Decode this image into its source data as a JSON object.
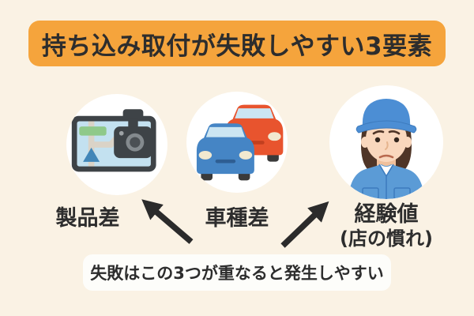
{
  "banner": {
    "title": "持ち込み取付が失敗しやすい3要素"
  },
  "factors": [
    {
      "label": "製品差",
      "icon": "car-navigation-and-dashcam-icon"
    },
    {
      "label": "車種差",
      "icon": "two-cars-icon"
    },
    {
      "label": "経験値",
      "sublabel": "(店の慣れ)",
      "icon": "mechanic-worker-icon"
    }
  ],
  "note": {
    "text": "失敗はこの3つが重なると発生しやすい"
  },
  "colors": {
    "background": "#FAF2E4",
    "banner_bg": "#F5A43C",
    "text_dark": "#2D2D2D",
    "circle_bg": "#FFFFFF",
    "arrow": "#2B2B2B",
    "note_bg": "#FDFDFA",
    "device_dark": "#3E4347",
    "screen_blue": "#C3E1F0",
    "map_road": "#DAD3C7",
    "map_sign_green": "#8FC98A",
    "map_arrow_blue": "#4186B8",
    "car_blue": "#4585C5",
    "car_orange": "#E8542E",
    "windshield": "#CBE5F2",
    "headlight": "#F2E9D0",
    "wheel": "#3A3A3A",
    "cap_blue": "#4C8ED4",
    "uniform_blue": "#5B9BD6",
    "uniform_line": "#3D7BBE",
    "skin": "#F9D7BD",
    "hair_brown": "#4F3527"
  }
}
